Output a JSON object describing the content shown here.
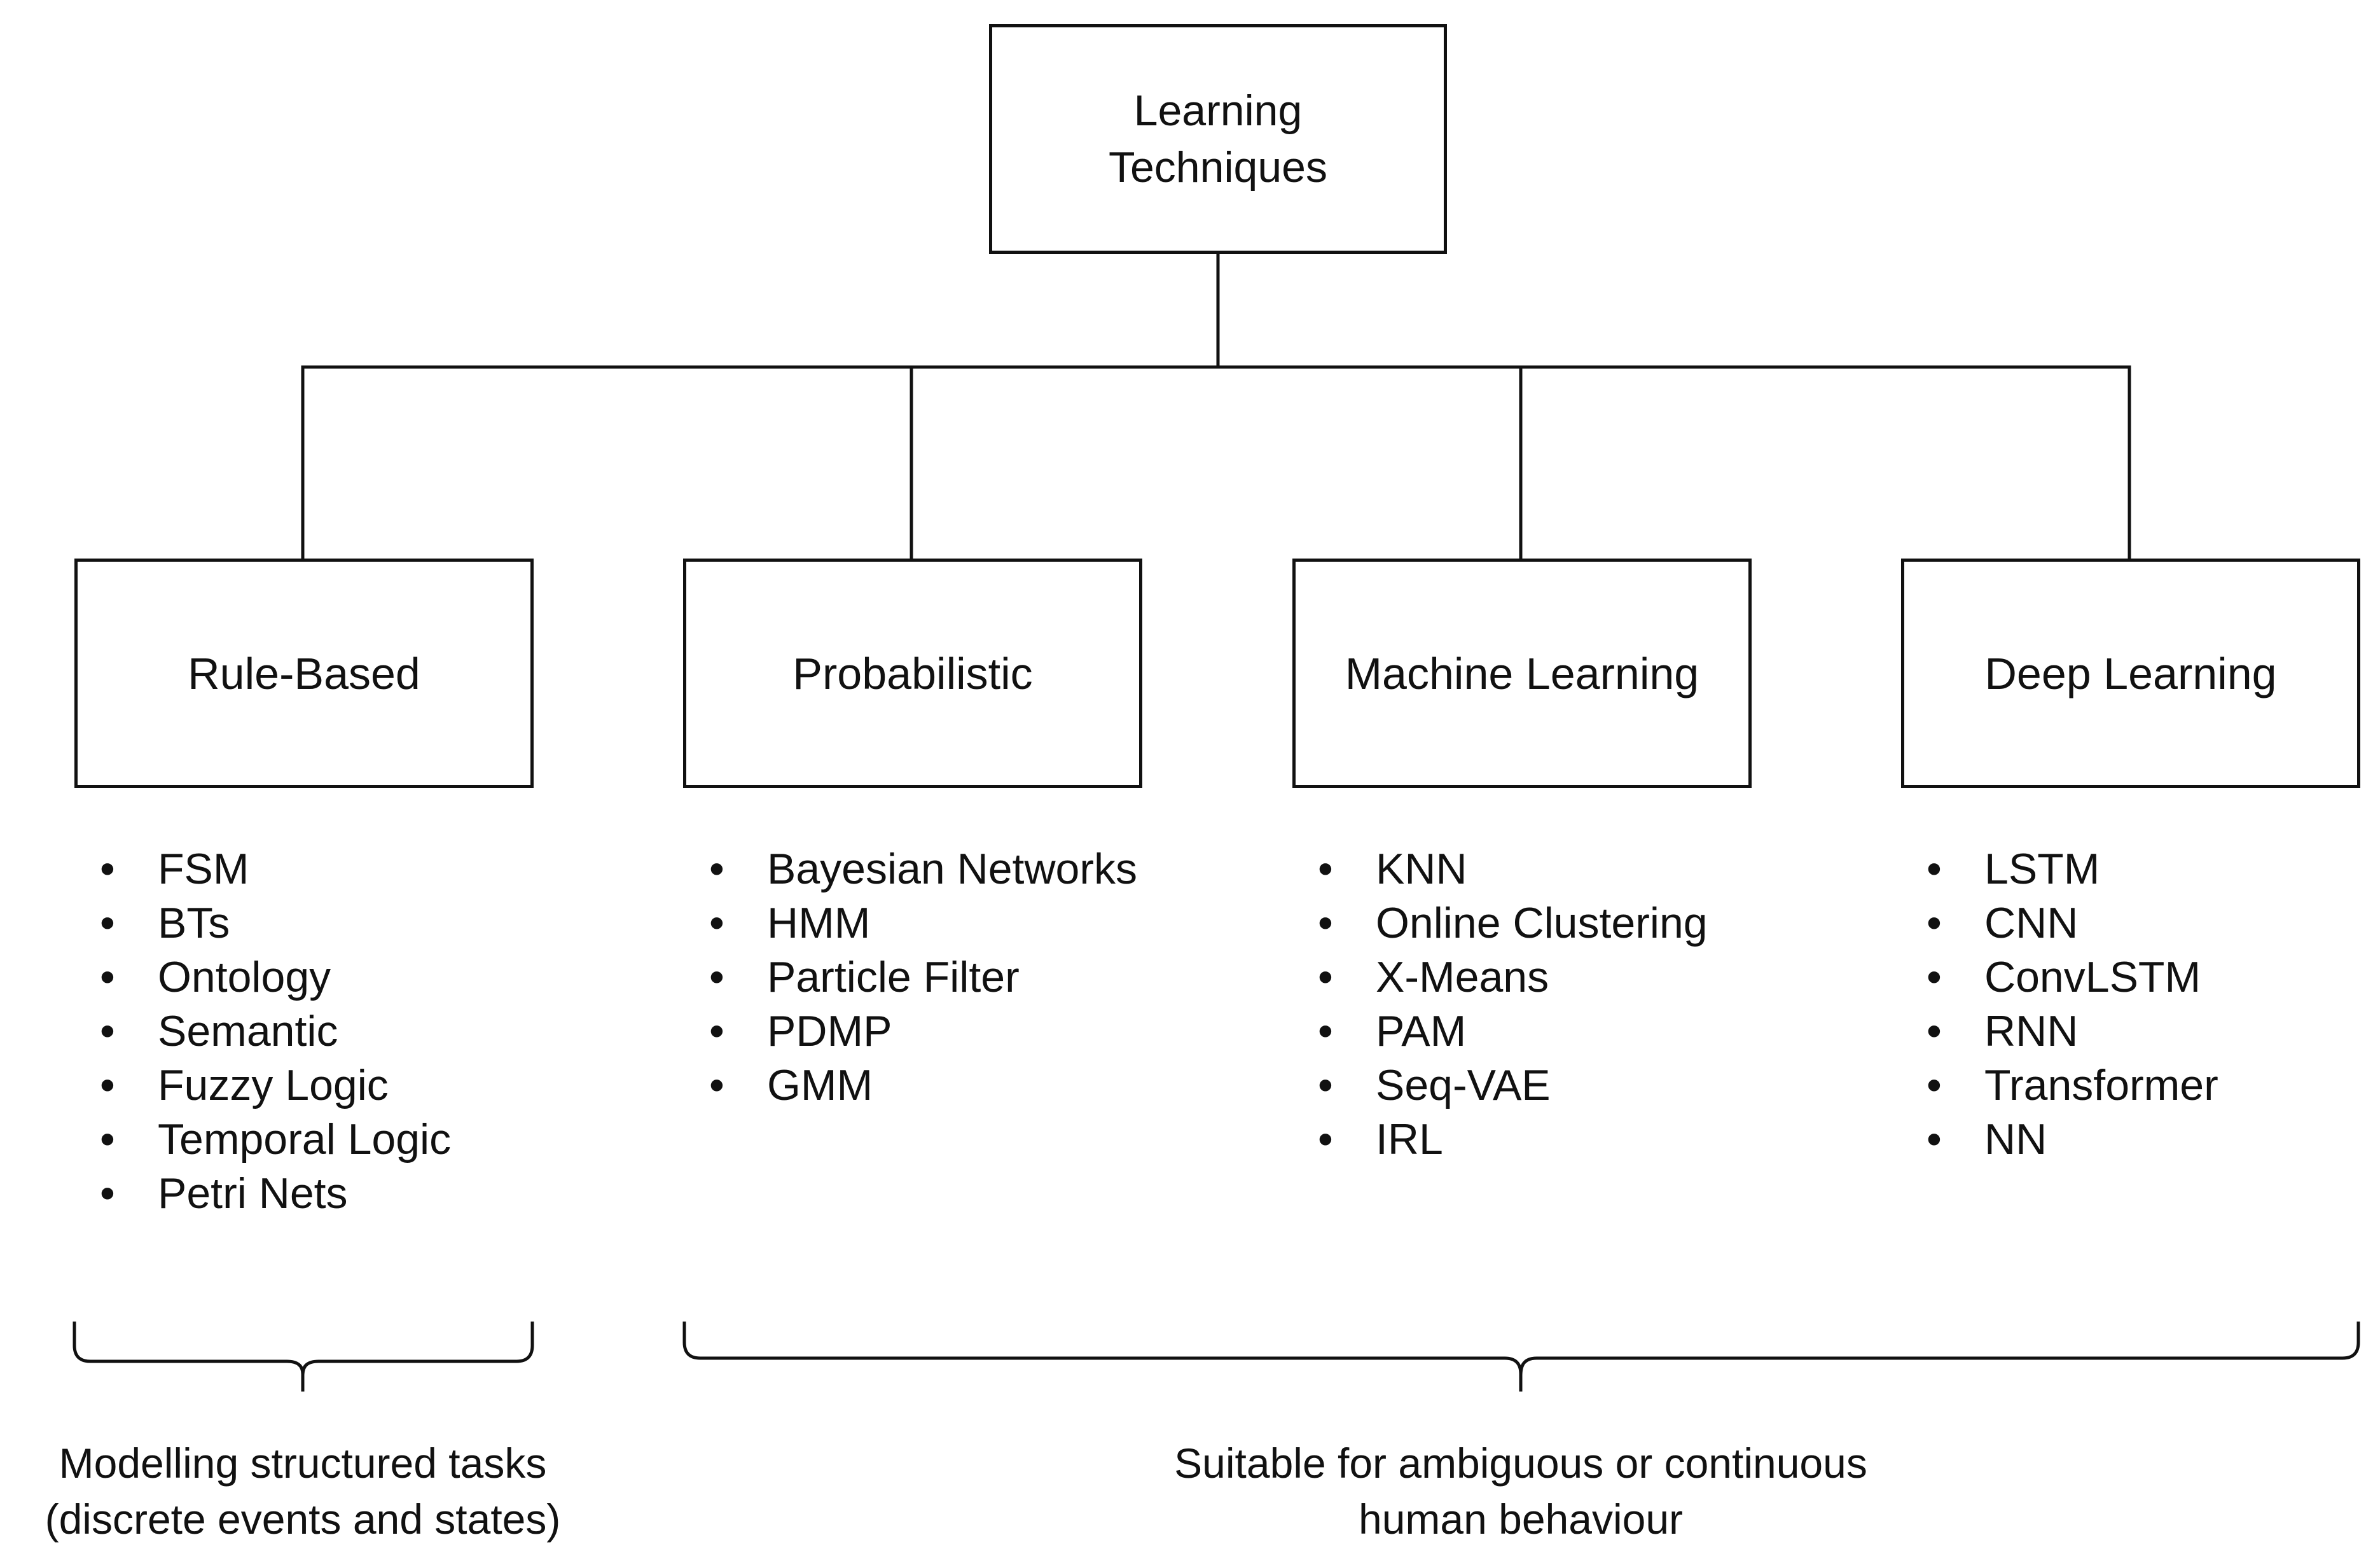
{
  "root": {
    "title": "Learning Techniques"
  },
  "categories": [
    {
      "title": "Rule-Based",
      "items": [
        "FSM",
        "BTs",
        "Ontology",
        "Semantic",
        "Fuzzy Logic",
        "Temporal Logic",
        "Petri Nets"
      ]
    },
    {
      "title": "Probabilistic",
      "items": [
        "Bayesian Networks",
        "HMM",
        "Particle Filter",
        "PDMP",
        "GMM"
      ]
    },
    {
      "title": "Machine Learning",
      "items": [
        "KNN",
        "Online Clustering",
        "X-Means",
        "PAM",
        "Seq-VAE",
        "IRL"
      ]
    },
    {
      "title": "Deep Learning",
      "items": [
        "LSTM",
        "CNN",
        "ConvLSTM",
        "RNN",
        "Transformer",
        "NN"
      ]
    }
  ],
  "groupings": [
    {
      "label": "Modelling structured tasks (discrete events and states)"
    },
    {
      "label": "Suitable for ambiguous or continuous human behaviour"
    }
  ]
}
